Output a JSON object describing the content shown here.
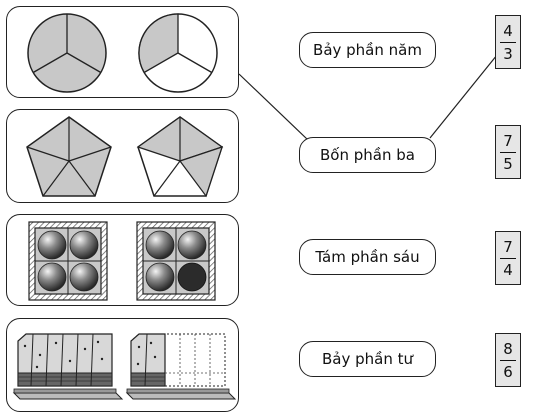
{
  "labels": [
    "Bảy phần năm",
    "Bốn phần ba",
    "Tám phần sáu",
    "Bảy phần tư"
  ],
  "fractions": [
    {
      "num": "4",
      "den": "3"
    },
    {
      "num": "7",
      "den": "5"
    },
    {
      "num": "7",
      "den": "4"
    },
    {
      "num": "8",
      "den": "6"
    }
  ],
  "colors": {
    "shade": "#c8c8c8",
    "line": "#222222",
    "box": "#e6e6e6"
  }
}
